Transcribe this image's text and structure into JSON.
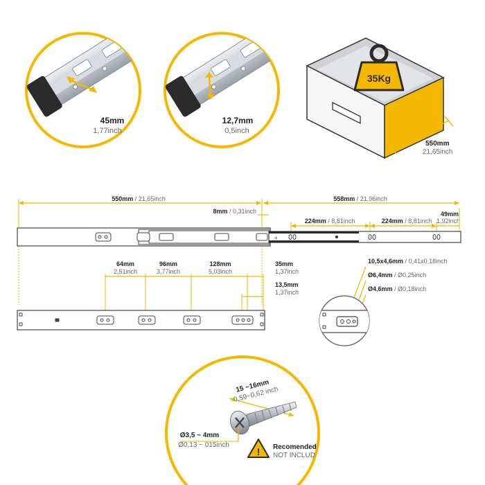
{
  "colors": {
    "accent": "#f5b800",
    "dim_line": "#f2b600",
    "metal": "#c9ccd2",
    "dark": "#2b2b2b",
    "outline": "#444444",
    "drawer_front": "#f7f7f8",
    "drawer_inside": "#dedfe2"
  },
  "callouts": {
    "width": {
      "value": "45mm",
      "sub": "1,77inch"
    },
    "height": {
      "value": "12,7mm",
      "sub": "0,5inch"
    }
  },
  "drawer": {
    "weight_label": "35Kg",
    "depth_value": "550mm",
    "depth_sub": "21,65inch"
  },
  "slide_top": {
    "closed_length": {
      "value": "550mm",
      "sep": " / ",
      "sub": "21,65inch"
    },
    "extended_length": {
      "value": "558mm",
      "sep": " / ",
      "sub": "21,96inch"
    },
    "overtravel": {
      "value": "8mm",
      "sep": " / ",
      "sub": "0,31inch"
    },
    "hole_gap_1": {
      "value": "224mm",
      "sep": " / ",
      "sub": "8,81inch"
    },
    "hole_gap_2": {
      "value": "224mm",
      "sep": " / ",
      "sub": "8,81inch"
    },
    "end_gap": {
      "value": "49mm",
      "sub": "1,92inch"
    }
  },
  "slide_bottom": {
    "spacing": [
      {
        "value": "64mm",
        "sub": "2,51inch"
      },
      {
        "value": "96mm",
        "sub": "3,77inch"
      },
      {
        "value": "128mm",
        "sub": "5,03inch"
      }
    ],
    "end_offset": {
      "value": "35mm",
      "sub": "1,37inch"
    },
    "hole_offset": {
      "value": "13,5mm",
      "sub": "1,37inch"
    }
  },
  "holes_detail": {
    "slot": {
      "value": "10,5x4,6mm",
      "sep": " / ",
      "sub": "0,41x0,18inch"
    },
    "large": {
      "value": "Ø6,4mm",
      "sep": " / ",
      "sub": "Ø0,25inch"
    },
    "small": {
      "value": "Ø4,6mm",
      "sep": " / ",
      "sub": "Ø0,18inch"
    }
  },
  "screw": {
    "length_value": "15 ~16mm",
    "length_sub": "0,59~0,62 inch",
    "diameter_value": "Ø3,5 ~ 4mm",
    "diameter_sub": "Ø0,13 ~ 015inch",
    "warning_title": "Recomended size",
    "warning_sub": "NOT INCLUDED",
    "warning_glyph": "!"
  }
}
